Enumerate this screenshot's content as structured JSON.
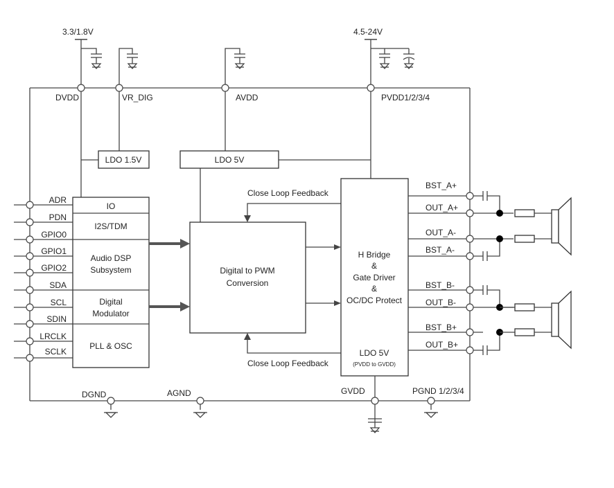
{
  "supplies": {
    "v_dig": "3.3/1.8V",
    "v_pwr": "4.5-24V"
  },
  "rails": {
    "dvdd": "DVDD",
    "vr_dig": "VR_DIG",
    "avdd": "AVDD",
    "pvdd": "PVDD1/2/3/4",
    "dgnd": "DGND",
    "agnd": "AGND",
    "gvdd": "GVDD",
    "pgnd": "PGND 1/2/3/4"
  },
  "pins_left": [
    "ADR",
    "PDN",
    "GPIO0",
    "GPIO1",
    "GPIO2",
    "SDA",
    "SCL",
    "SDIN",
    "LRCLK",
    "SCLK"
  ],
  "digital_blocks": {
    "io": "IO",
    "i2s": "I2S/TDM",
    "dsp_line1": "Audio DSP",
    "dsp_line2": "Subsystem",
    "mod_line1": "Digital",
    "mod_line2": "Modulator",
    "pll": "PLL & OSC"
  },
  "ldo": {
    "ldo15": "LDO 1.5V",
    "ldo5": "LDO 5V"
  },
  "pwm": {
    "line1": "Digital to PWM",
    "line2": "Conversion"
  },
  "feedback": {
    "top": "Close Loop Feedback",
    "bottom": "Close Loop Feedback"
  },
  "hbridge": {
    "line1": "H Bridge",
    "line2": "&",
    "line3": "Gate Driver",
    "line4": "&",
    "line5": "OC/DC Protect",
    "ldo": "LDO 5V",
    "ldo_note": "(PVDD to GVDD)"
  },
  "pins_right": [
    "BST_A+",
    "OUT_A+",
    "OUT_A-",
    "BST_A-",
    "BST_B-",
    "OUT_B-",
    "BST_B+",
    "OUT_B+"
  ]
}
